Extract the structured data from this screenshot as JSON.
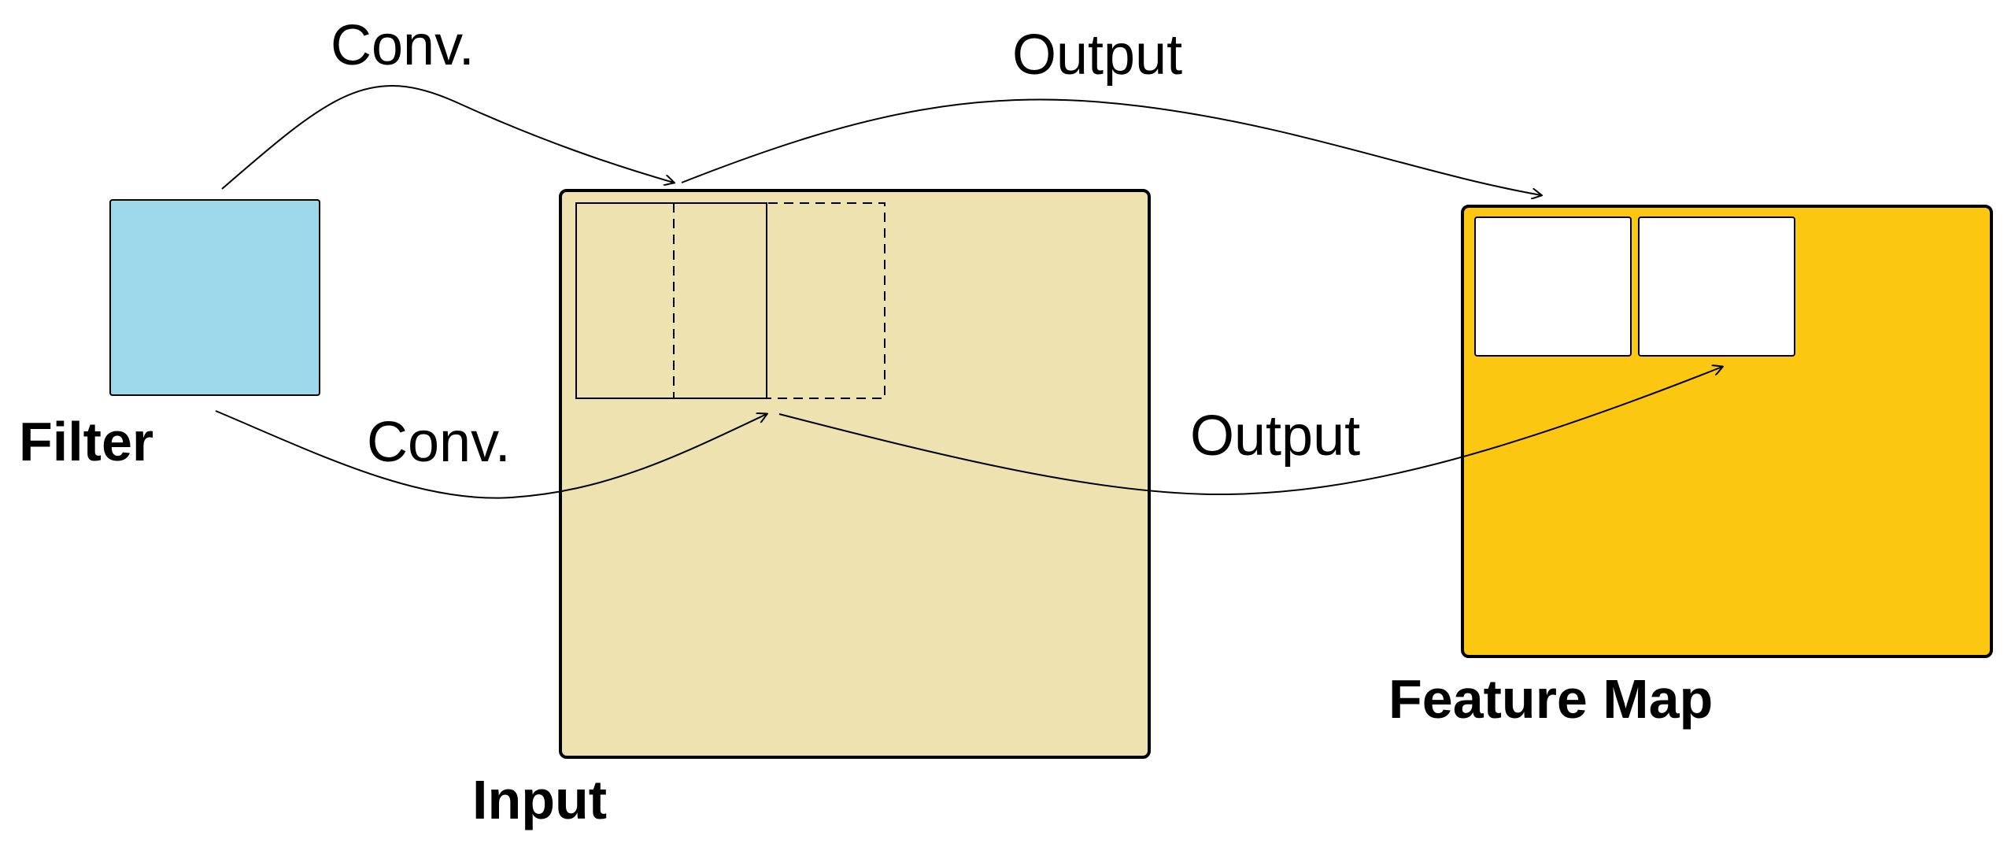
{
  "diagram": {
    "labels": {
      "filter": "Filter",
      "input": "Input",
      "feature_map": "Feature Map",
      "conv_top": "Conv.",
      "conv_bottom": "Conv.",
      "output_top": "Output",
      "output_bottom": "Output"
    },
    "colors": {
      "filter": "#9BD9EA",
      "input": "#EEE3B0",
      "feature_map": "#FCC710",
      "feature_cell": "#FFFFFF",
      "stroke": "#000000"
    }
  }
}
